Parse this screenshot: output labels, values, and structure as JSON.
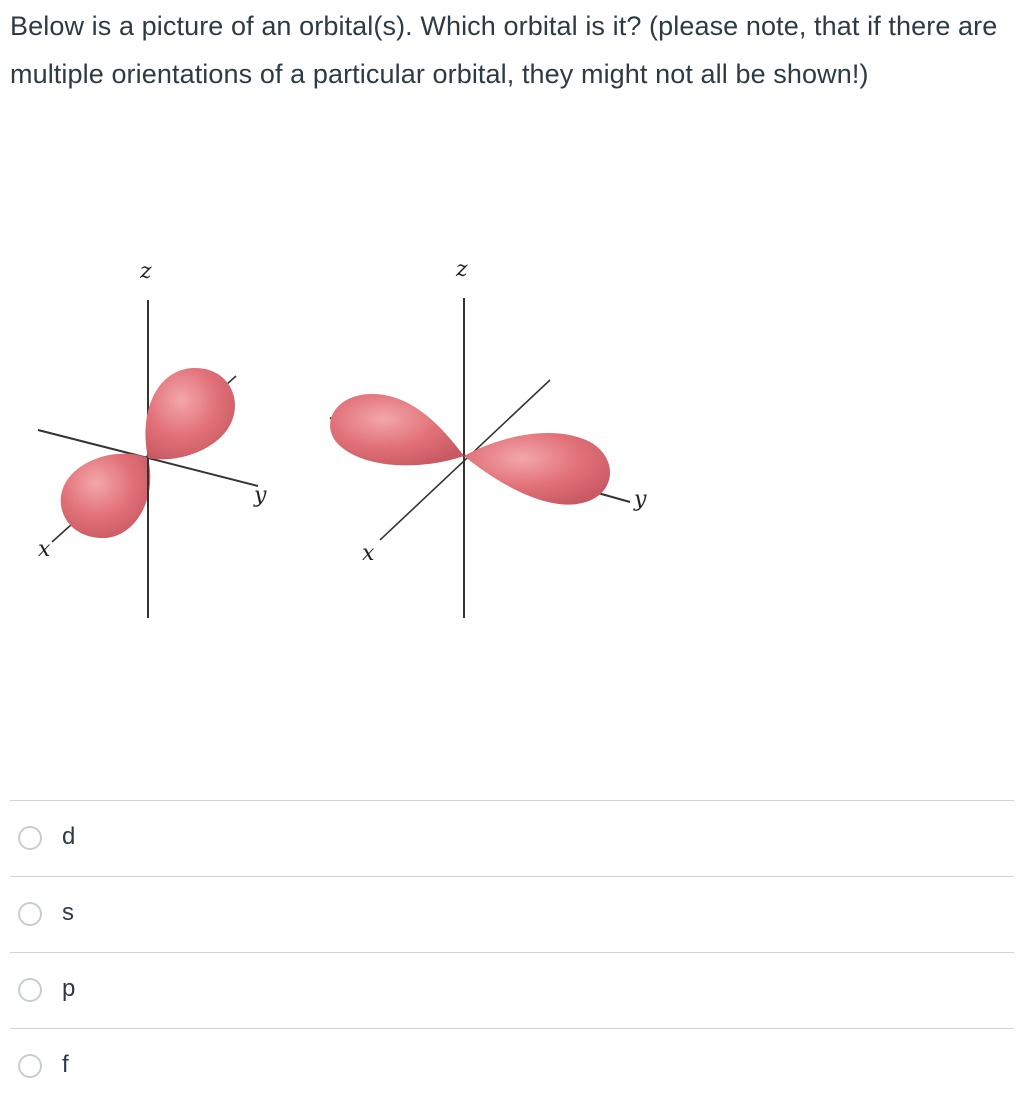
{
  "question": {
    "text": "Below is a picture of an orbital(s). Which orbital is it? (please note, that if there are multiple orientations of a particular orbital, they might not all be shown!)"
  },
  "figure": {
    "left_diagram": {
      "z_label": "z",
      "y_label": "y",
      "x_label": "x"
    },
    "right_diagram": {
      "z_label": "z",
      "y_label": "y",
      "x_label": "x"
    },
    "lobe_color": "#e06c72",
    "lobe_highlight": "#f0a0a4",
    "axis_color": "#333333"
  },
  "answers": [
    {
      "label": "d"
    },
    {
      "label": "s"
    },
    {
      "label": "p"
    },
    {
      "label": "f"
    }
  ]
}
